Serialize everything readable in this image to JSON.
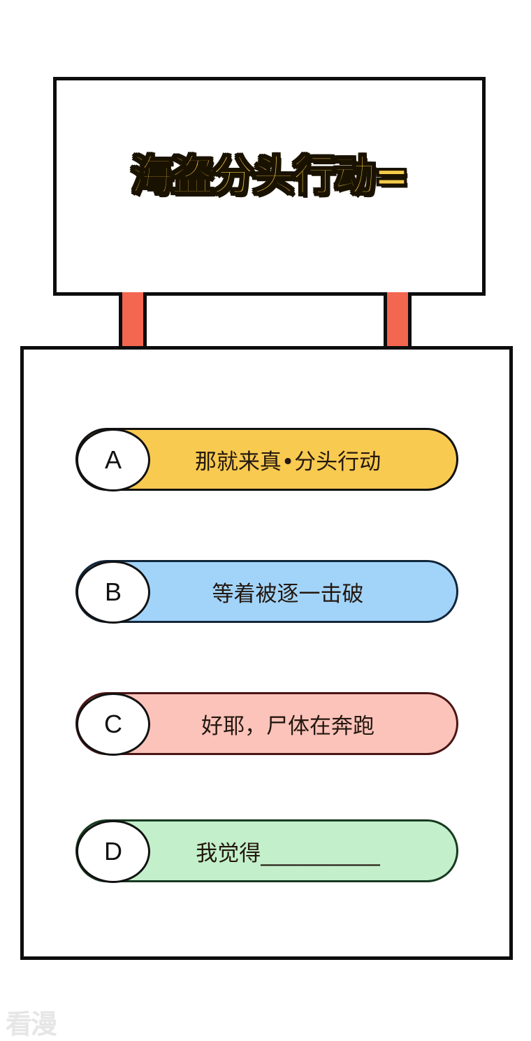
{
  "sign": {
    "title": "海盗分头行动="
  },
  "options": [
    {
      "letter": "A",
      "text": "那就来真•分头行动",
      "fill": "#F8CA50",
      "border": "#111111"
    },
    {
      "letter": "B",
      "text": "等着被逐一击破",
      "fill": "#A2D4FA",
      "border": "#12263A"
    },
    {
      "letter": "C",
      "text": "好耶，尸体在奔跑",
      "fill": "#FCC3BA",
      "border": "#4A1515"
    },
    {
      "letter": "D",
      "text": "我觉得___________",
      "fill": "#C3F0CB",
      "border": "#173A20"
    }
  ],
  "watermark": "看漫",
  "colors": {
    "post": "#F3664F",
    "title_fill": "#F5CB4A",
    "outline": "#0D0D0D"
  }
}
